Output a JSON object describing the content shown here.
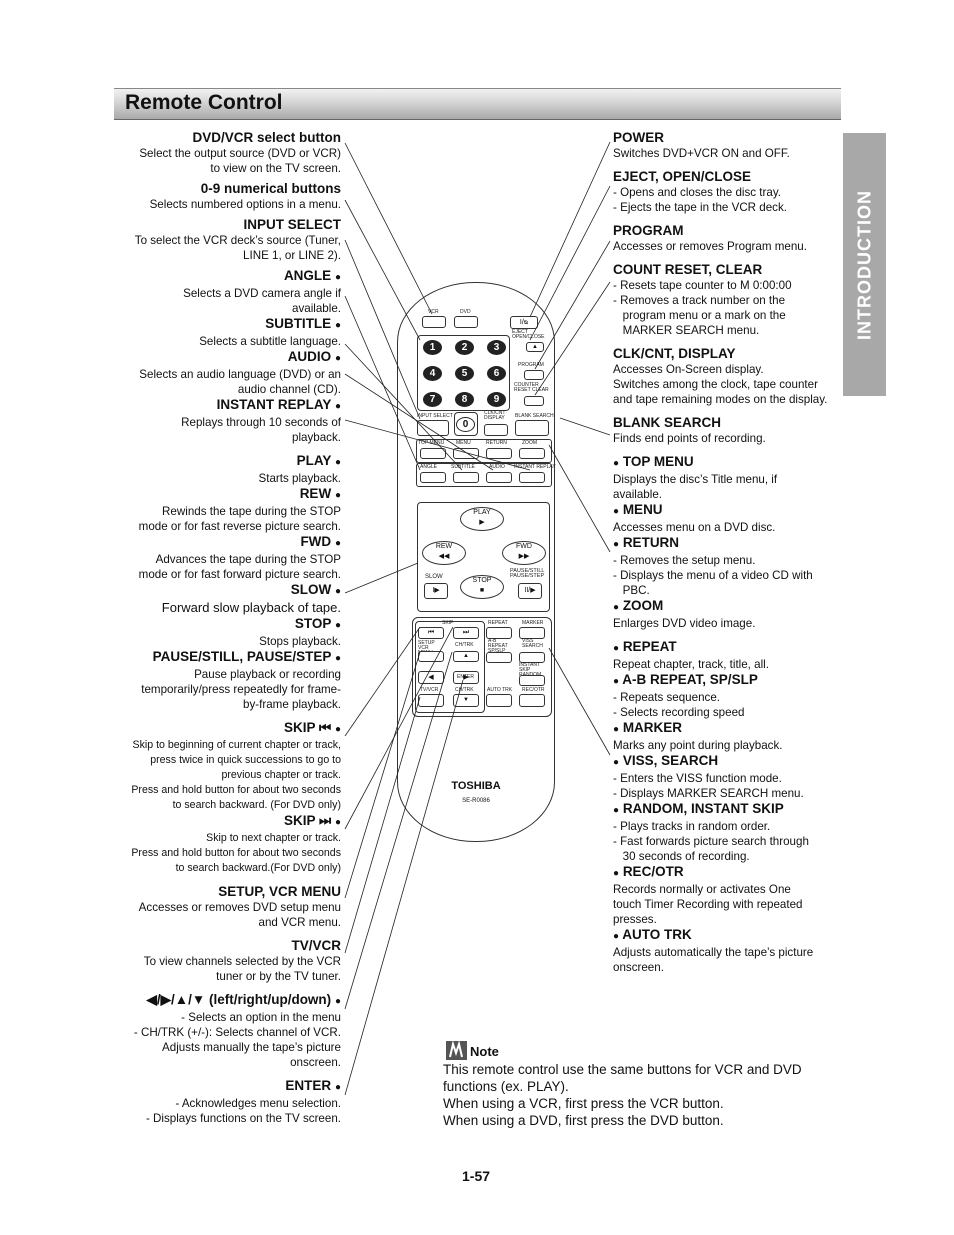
{
  "header": {
    "title": "Remote Control"
  },
  "side_tab": {
    "label": "INTRODUCTION"
  },
  "left_items": [
    {
      "title": "DVD/VCR select button",
      "dot": false,
      "lines": [
        "Select the output source (DVD or VCR)",
        "to view on the TV screen."
      ]
    },
    {
      "title": "0-9 numerical buttons",
      "dot": false,
      "lines": [
        "Selects numbered options in a menu."
      ]
    },
    {
      "title": "INPUT SELECT",
      "dot": false,
      "lines": [
        "To select the VCR deck’s source (Tuner,",
        "LINE 1, or LINE 2)."
      ]
    },
    {
      "title": "ANGLE",
      "dot": true,
      "lines": [
        "Selects a DVD camera angle if",
        "available."
      ]
    },
    {
      "title": "SUBTITLE",
      "dot": true,
      "lines": [
        "Selects a subtitle language."
      ]
    },
    {
      "title": "AUDIO",
      "dot": true,
      "lines": [
        "Selects an audio language (DVD) or an",
        "audio channel (CD)."
      ]
    },
    {
      "title": "INSTANT REPLAY",
      "dot": true,
      "lines": [
        "Replays through 10 seconds of",
        "playback."
      ]
    },
    {
      "title": "PLAY",
      "dot": true,
      "lines": [
        "Starts playback."
      ]
    },
    {
      "title": "REW",
      "dot": true,
      "lines": [
        "Rewinds the tape during the STOP",
        "mode or for fast reverse picture search."
      ]
    },
    {
      "title": "FWD",
      "dot": true,
      "lines": [
        "Advances the tape during the STOP",
        "mode or for fast forward picture search."
      ]
    },
    {
      "title": "SLOW",
      "dot": true,
      "lines": [
        "Forward slow playback of tape."
      ]
    },
    {
      "title": "STOP",
      "dot": true,
      "lines": [
        "Stops playback."
      ]
    },
    {
      "title": "PAUSE/STILL, PAUSE/STEP",
      "dot": true,
      "lines": [
        "Pause playback or recording",
        "temporarily/press repeatedly for frame-",
        "by-frame playback."
      ]
    },
    {
      "title": "SKIP ⏮",
      "dot": true,
      "lines": [
        "Skip to beginning of current chapter or track,",
        "press twice in quick successions  to go to",
        "previous chapter or track.",
        "Press and hold button for about two seconds",
        "to search backward. (For DVD only)"
      ]
    },
    {
      "title": "SKIP ⏭",
      "dot": true,
      "lines": [
        "Skip to next chapter or track.",
        "Press and hold button for about two seconds",
        "to search backward.(For DVD only)"
      ]
    },
    {
      "title": "SETUP, VCR MENU",
      "dot": false,
      "lines": [
        "Accesses or removes DVD setup menu",
        "and VCR menu."
      ]
    },
    {
      "title": "TV/VCR",
      "dot": false,
      "lines": [
        "To view channels selected by the VCR",
        "tuner or by the TV tuner."
      ]
    },
    {
      "title": "◀/▶/▲/▼ (left/right/up/down)",
      "dot": true,
      "lines": [
        "- Selects an option in the menu",
        "- CH/TRK (+/-): Selects channel of VCR.",
        "Adjusts manually the tape’s picture",
        "onscreen."
      ]
    },
    {
      "title": "ENTER",
      "dot": true,
      "lines": [
        "- Acknowledges menu selection.",
        "- Displays functions on the TV screen."
      ]
    }
  ],
  "right_items": [
    {
      "title": "POWER",
      "dot": false,
      "lines": [
        "Switches DVD+VCR ON and OFF."
      ]
    },
    {
      "title": "EJECT, OPEN/CLOSE",
      "dot": false,
      "lines": [
        "- Opens and closes the disc tray.",
        "- Ejects the tape in the VCR deck."
      ]
    },
    {
      "title": "PROGRAM",
      "dot": false,
      "lines": [
        "Accesses or removes Program menu."
      ]
    },
    {
      "title": "COUNT RESET, CLEAR",
      "dot": false,
      "lines": [
        "- Resets tape counter to M 0:00:00",
        "- Removes a track number on the",
        "   program menu or a mark on the",
        "   MARKER SEARCH menu."
      ]
    },
    {
      "title": "CLK/CNT, DISPLAY",
      "dot": false,
      "lines": [
        "Accesses On-Screen display.",
        "Switches among the clock, tape counter",
        "and tape remaining modes on the display."
      ]
    },
    {
      "title": "BLANK SEARCH",
      "dot": false,
      "lines": [
        "Finds end points of recording."
      ]
    },
    {
      "title": "TOP MENU",
      "dot": true,
      "lines": [
        "Displays the disc’s Title menu, if",
        "available."
      ]
    },
    {
      "title": "MENU",
      "dot": true,
      "lines": [
        "Accesses menu on a DVD disc."
      ]
    },
    {
      "title": "RETURN",
      "dot": true,
      "lines": [
        "- Removes the setup menu.",
        "- Displays the menu of a video CD with",
        "   PBC."
      ]
    },
    {
      "title": "ZOOM",
      "dot": true,
      "lines": [
        "Enlarges DVD video image."
      ]
    },
    {
      "title": "REPEAT",
      "dot": true,
      "lines": [
        "Repeat chapter, track, title, all."
      ]
    },
    {
      "title": "A-B REPEAT, SP/SLP",
      "dot": true,
      "lines": [
        "- Repeats sequence.",
        "- Selects recording speed"
      ]
    },
    {
      "title": "MARKER",
      "dot": true,
      "lines": [
        "Marks any point during playback."
      ]
    },
    {
      "title": "VISS, SEARCH",
      "dot": true,
      "lines": [
        "- Enters the VISS function mode.",
        "- Displays MARKER SEARCH menu."
      ]
    },
    {
      "title": "RANDOM, INSTANT SKIP",
      "dot": true,
      "lines": [
        "- Plays tracks in random order.",
        "- Fast forwards picture search through",
        "   30 seconds of recording."
      ]
    },
    {
      "title": "REC/OTR",
      "dot": true,
      "lines": [
        "Records normally or activates One",
        "touch Timer Recording with repeated",
        "presses."
      ]
    },
    {
      "title": "AUTO TRK",
      "dot": true,
      "lines": [
        "Adjusts automatically the tape’s picture",
        "onscreen."
      ]
    }
  ],
  "remote": {
    "brand": "TOSHIBA",
    "model": "SE-R0086",
    "labels": {
      "vcr": "VCR",
      "dvd": "DVD",
      "power": "I/ᴓ",
      "eject": "EJECT OPEN/CLOSE",
      "program": "PROGRAM",
      "count_reset": "COUNTER RESET CLEAR",
      "input_select": "INPUT SELECT",
      "clk_cnt": "CLK/CNT DISPLAY",
      "blank_search": "BLANK SEARCH",
      "top_menu": "TOP MENU",
      "menu": "MENU",
      "return": "RETURN",
      "zoom": "ZOOM",
      "angle": "ANGLE",
      "subtitle": "SUBTITLE",
      "audio": "AUDIO",
      "instant_replay": "INSTANT REPLAY",
      "play": "PLAY",
      "rew": "REW",
      "fwd": "FWD",
      "slow": "SLOW",
      "stop": "STOP",
      "pause": "PAUSE/STILL PAUSE/STEP",
      "skip": "SKIP",
      "repeat": "REPEAT",
      "marker": "MARKER",
      "setup": "SETUP VCR MENU",
      "ch_trk_up": "CH/TRK",
      "ab_repeat": "A-B REPEAT SP/SLP",
      "viss": "VISS SEARCH",
      "random": "INSTANT SKIP RANDOM",
      "enter": "ENTER",
      "tv_vcr": "TV/VCR",
      "ch_trk_down": "CH/TRK",
      "auto_trk": "AUTO TRK",
      "rec_otr": "REC/OTR"
    },
    "digits": [
      "1",
      "2",
      "3",
      "4",
      "5",
      "6",
      "7",
      "8",
      "9",
      "0"
    ]
  },
  "note": {
    "heading": "Note",
    "lines": [
      "This remote control use the same buttons for VCR and DVD",
      "functions (ex. PLAY).",
      "When using a VCR, first press the VCR button.",
      "When using a DVD, first press the DVD button."
    ]
  },
  "page_number": "1-57"
}
